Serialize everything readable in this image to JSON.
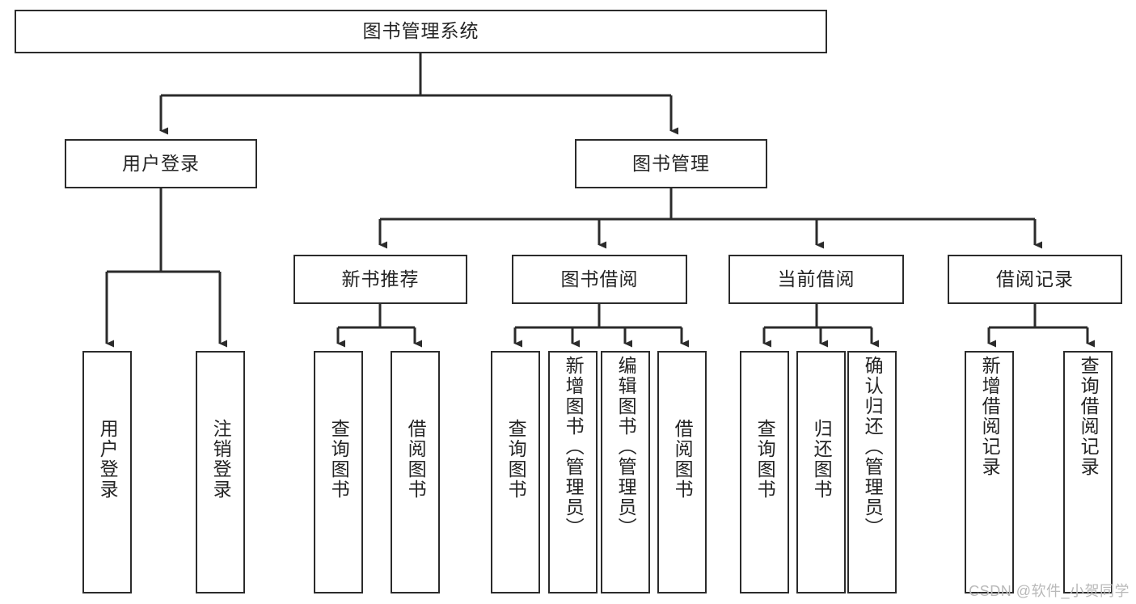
{
  "diagram": {
    "type": "tree-hierarchy",
    "title": "图书管理系统",
    "watermark": "CSDN @软件_小贺同学",
    "colors": {
      "box_border": "#2b2b2b",
      "box_fill": "#ffffff",
      "connector": "#2b2b2b",
      "text": "#242424",
      "watermark": "#b9b9b9"
    },
    "root": {
      "label": "图书管理系统"
    },
    "level2": [
      {
        "key": "user_login",
        "label": "用户登录"
      },
      {
        "key": "book_manage",
        "label": "图书管理"
      }
    ],
    "level3": [
      {
        "key": "new_book_rec",
        "label": "新书推荐"
      },
      {
        "key": "book_borrow",
        "label": "图书借阅"
      },
      {
        "key": "current_borrow",
        "label": "当前借阅"
      },
      {
        "key": "borrow_record",
        "label": "借阅记录"
      }
    ],
    "leaves": {
      "user_login": [
        {
          "label": "用户登录"
        },
        {
          "label": "注销登录"
        }
      ],
      "new_book_rec": [
        {
          "label": "查询图书"
        },
        {
          "label": "借阅图书"
        }
      ],
      "book_borrow": [
        {
          "label": "查询图书"
        },
        {
          "label": "新增图书（管理员）"
        },
        {
          "label": "编辑图书（管理员）"
        },
        {
          "label": "借阅图书"
        }
      ],
      "current_borrow": [
        {
          "label": "查询图书"
        },
        {
          "label": "归还图书"
        },
        {
          "label": "确认归还（管理员）"
        }
      ],
      "borrow_record": [
        {
          "label": "新增借阅记录"
        },
        {
          "label": "查询借阅记录"
        }
      ]
    }
  }
}
